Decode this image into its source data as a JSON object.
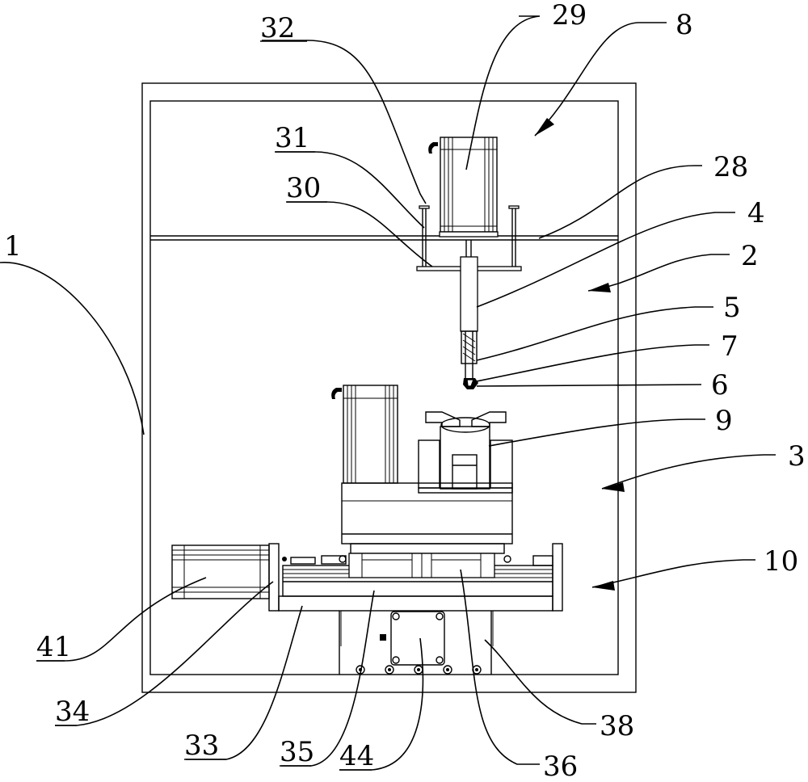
{
  "drawing": {
    "type": "patent mechanical front-view drawing",
    "line_color": "#000000",
    "background": "#ffffff"
  },
  "labels": {
    "l1": "1",
    "l2": "2",
    "l3": "3",
    "l4": "4",
    "l5": "5",
    "l6": "6",
    "l7": "7",
    "l8": "8",
    "l9": "9",
    "l10": "10",
    "l28": "28",
    "l29": "29",
    "l30": "30",
    "l31": "31",
    "l32": "32",
    "l33": "33",
    "l34": "34",
    "l35": "35",
    "l36": "36",
    "l38": "38",
    "l41": "41",
    "l44": "44"
  },
  "parts": [
    {
      "ref": "1",
      "name": "frame"
    },
    {
      "ref": "2",
      "name": "upper-assembly (arrow)"
    },
    {
      "ref": "3",
      "name": "lower-assembly (arrow)"
    },
    {
      "ref": "4",
      "name": "vertical spindle tube"
    },
    {
      "ref": "5",
      "name": "threaded section"
    },
    {
      "ref": "6",
      "name": "tip"
    },
    {
      "ref": "7",
      "name": "nozzle"
    },
    {
      "ref": "8",
      "name": "top-drive unit (arrow)"
    },
    {
      "ref": "9",
      "name": "workpiece fixture"
    },
    {
      "ref": "10",
      "name": "linear stage (arrow)"
    },
    {
      "ref": "28",
      "name": "crossbeam"
    },
    {
      "ref": "29",
      "name": "upper motor"
    },
    {
      "ref": "30",
      "name": "lower plate"
    },
    {
      "ref": "31",
      "name": "guide rod"
    },
    {
      "ref": "32",
      "name": "rod cap"
    },
    {
      "ref": "33",
      "name": "base plate"
    },
    {
      "ref": "34",
      "name": "end support"
    },
    {
      "ref": "35",
      "name": "rail body"
    },
    {
      "ref": "36",
      "name": "slider block"
    },
    {
      "ref": "38",
      "name": "support column"
    },
    {
      "ref": "41",
      "name": "side motor"
    },
    {
      "ref": "44",
      "name": "bottom motor"
    }
  ]
}
